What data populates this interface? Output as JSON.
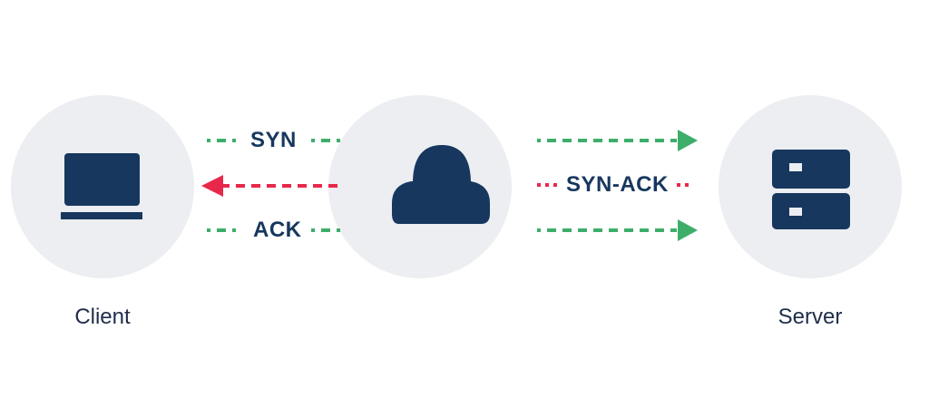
{
  "title": "TCP three-way handshake",
  "colors": {
    "navy": "#17375e",
    "green": "#3dae6a",
    "red": "#e8284a",
    "circle": "#eceef1",
    "label": "#1f2d4a"
  },
  "nodes": {
    "client": {
      "label": "Client",
      "icon": "laptop-icon"
    },
    "cloud": {
      "label": "",
      "icon": "cloud-icon"
    },
    "server": {
      "label": "Server",
      "icon": "server-icon"
    }
  },
  "messages": [
    {
      "label": "SYN",
      "direction": "client-to-server",
      "color": "green"
    },
    {
      "label": "SYN-ACK",
      "direction": "server-to-client",
      "color": "red"
    },
    {
      "label": "ACK",
      "direction": "client-to-server",
      "color": "green"
    }
  ]
}
